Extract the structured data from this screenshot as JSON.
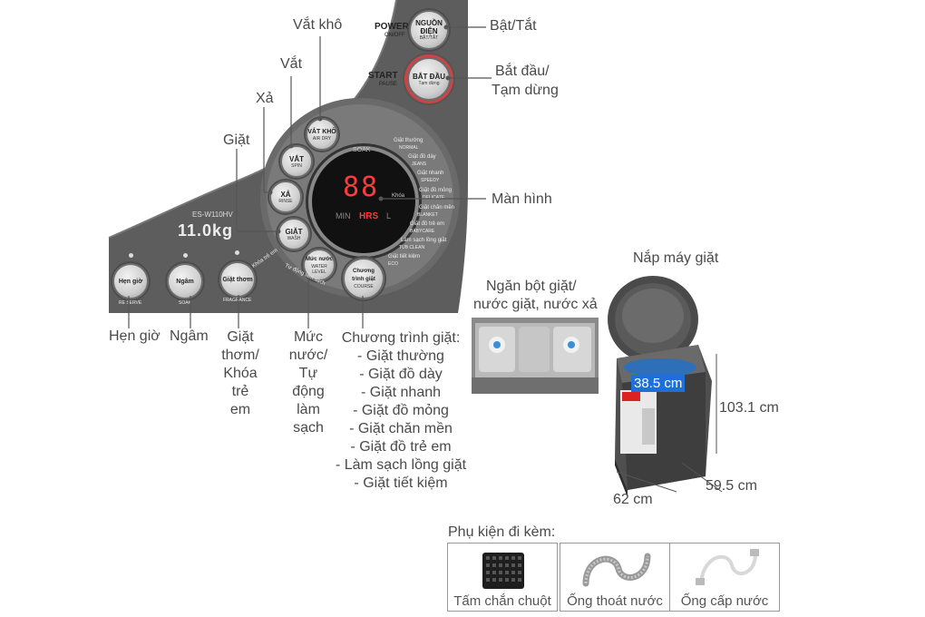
{
  "panel": {
    "model": "ES-W110HV",
    "capacity": "11.0kg",
    "power": {
      "en": "POWER",
      "en_sub": "ON/OFF",
      "btn": "NGUỒN ĐIỆN",
      "btn_sub": "BẬT/TẮT"
    },
    "start": {
      "en": "START",
      "en_sub": "PAUSE",
      "btn": "BẮT ĐẦU",
      "btn_sub": "Tạm dừng"
    },
    "buttons": {
      "air_dry": {
        "main": "VẮT KHÔ",
        "sub": "AIR DRY"
      },
      "spin": {
        "main": "VẮT",
        "sub": "SPIN"
      },
      "rinse": {
        "main": "XẢ",
        "sub": "RINSE"
      },
      "wash": {
        "main": "GIẶT",
        "sub": "WASH"
      },
      "water": {
        "main": "Mức nước",
        "sub": "WATER LEVEL"
      },
      "course": {
        "main": "Chương trình giặt",
        "sub": "COURSE"
      },
      "timer": {
        "main": "Hẹn giờ",
        "sub": "RE SERVE"
      },
      "soak": {
        "main": "Ngâm",
        "sub": "SOAK"
      },
      "fragrance": {
        "main": "Giặt thơm",
        "sub": "FRAGRANCE"
      }
    },
    "display": {
      "digits": "88",
      "min": "MIN",
      "hrs": "HRS",
      "l": "L",
      "soak": "SOAK",
      "lock": "Khóa"
    },
    "dial_items": [
      {
        "vn": "Giặt thường",
        "en": "NORMAL"
      },
      {
        "vn": "Giặt đồ dày",
        "en": "JEANS"
      },
      {
        "vn": "Giặt nhanh",
        "en": "SPEEDY"
      },
      {
        "vn": "Giặt đồ mỏng",
        "en": "DELICATE"
      },
      {
        "vn": "Giặt chăn mền",
        "en": "BLANKET"
      },
      {
        "vn": "Giặt đồ trẻ em",
        "en": "BABYCARE"
      },
      {
        "vn": "Làm sạch lồng giặt",
        "en": "TUB CLEAN"
      },
      {
        "vn": "Giặt tiết kiệm",
        "en": "ECO"
      }
    ],
    "child_lock": "Khóa trẻ em",
    "auto_clean": "Tự động làm sạch"
  },
  "labels": {
    "power": "Bật/Tắt",
    "start_1": "Bắt đầu/",
    "start_2": "Tạm dừng",
    "air_dry": "Vắt khô",
    "spin": "Vắt",
    "rinse": "Xả",
    "wash": "Giặt",
    "screen": "Màn hình",
    "timer": "Hẹn giờ",
    "soak": "Ngâm",
    "fragrance": "Giặt\nthơm/\nKhóa\ntrẻ\nem",
    "water": "Mức\nnước/\nTự\nđộng\nlàm\nsạch",
    "course_title": "Chương trình giặt:",
    "course_items": [
      "- Giặt thường",
      "- Giặt đồ dày",
      "- Giặt nhanh",
      "- Giặt đồ mỏng",
      "- Giặt chăn mền",
      "- Giặt đồ trẻ em",
      "- Làm sạch lồng giặt",
      "- Giặt tiết kiệm"
    ],
    "lid": "Nắp máy giặt",
    "drawer_1": "Ngăn bột giặt/",
    "drawer_2": "nước giặt, nước xả"
  },
  "dimensions": {
    "drum": "38.5 cm",
    "height": "103.1 cm",
    "depth": "59.5 cm",
    "width": "62 cm"
  },
  "accessories": {
    "title": "Phụ kiện đi kèm:",
    "items": [
      {
        "label": "Tấm chắn chuột",
        "icon": "mouse-guard-icon"
      },
      {
        "label": "Ống thoát nước",
        "icon": "drain-hose-icon"
      },
      {
        "label": "Ống cấp nước",
        "icon": "inlet-hose-icon"
      }
    ]
  },
  "colors": {
    "panel": "#5b5b5b",
    "accent_red": "#d22",
    "led": "#ff3a3a",
    "highlight": "#1e6fd9"
  }
}
